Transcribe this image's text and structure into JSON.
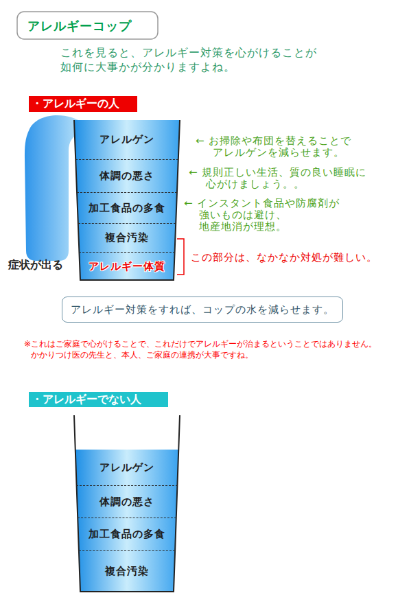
{
  "diagram": {
    "title": "アレルギーコップ",
    "nodes": [
      {
        "text": [
          "・アレルギーの人"
        ]
      },
      {
        "text": [
          "アレルゲン"
        ]
      },
      {
        "text": [
          "体調の悪さ"
        ]
      },
      {
        "text": [
          "加工食品の多食"
        ]
      },
      {
        "text": [
          "複合汚染"
        ]
      },
      {
        "text": [
          "アレルギー体質"
        ]
      },
      {
        "text": [
          "アレルギー対策をすれば、コップの水を減らせます。"
        ]
      },
      {
        "text": [
          "・アレルギーでない人"
        ]
      },
      {
        "text": [
          "アレルゲン"
        ]
      },
      {
        "text": [
          "体調の悪さ"
        ]
      },
      {
        "text": [
          "加工食品の多食"
        ]
      },
      {
        "text": [
          "複合汚染"
        ]
      }
    ],
    "labels": [
      "これを見ると、アレルギー対策を心がけることが 如何に大事かが分かりますよね。",
      "← お掃除や布団を替えることで アレルゲンを減らせます。",
      "← 規則正しい生活、質の良い睡眠に 心がけましょう。。",
      "← インスタント食品や防腐剤が 強いものは避け、地産地消が理想。",
      "この部分は、なかなか対処が難しい。",
      "症状が出る",
      "※これはご家庭で心がけることで、これだけでアレルギーが治まるということではありません。 かかりつけ医の先生と、本人、ご家庭の連携が大事ですね。"
    ]
  }
}
